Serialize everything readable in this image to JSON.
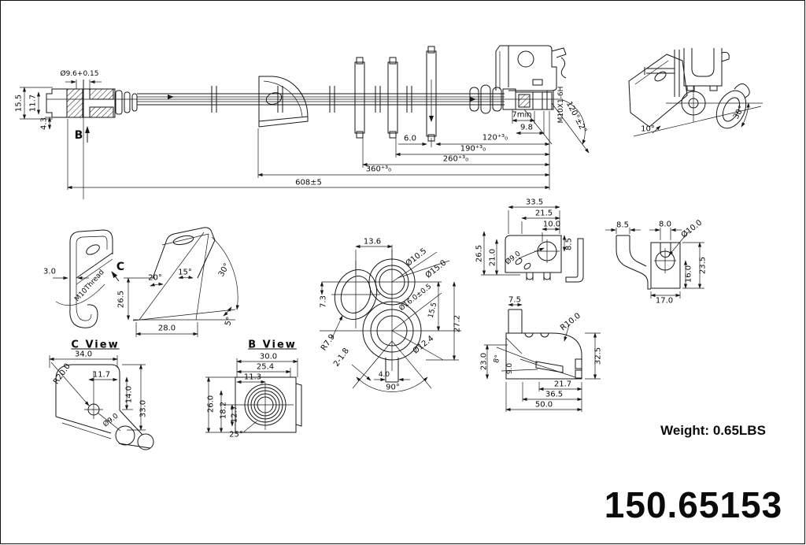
{
  "part": {
    "number": "150.65153",
    "weight": "Weight: 0.65LBS"
  },
  "main": {
    "dia_end": "Ø9.6+0.15",
    "h_15_5": "15.5",
    "h_11_7": "11.7",
    "h_4_3": "4.3",
    "b_label": "B",
    "seven_min": "7min",
    "d9_8": "9.8",
    "d6": "6.0",
    "d120": "120⁺³₀",
    "d190": "190⁺³₀",
    "d260": "260⁺³₀",
    "d360": "360⁺³₀",
    "d608": "608±5",
    "thread": "M10X1-6H",
    "angle120": "120°±2°"
  },
  "end_view": {
    "a10": "10°",
    "a30": "30°"
  },
  "hook": {
    "t3": "3.0",
    "thread": "M10Thread",
    "c_label": "C"
  },
  "plate": {
    "a20": "20°",
    "a15": "15°",
    "a30": "30°",
    "a5": "5°",
    "h26_5": "26.5",
    "w28": "28.0"
  },
  "c_view": {
    "title": "C View",
    "w34": "34.0",
    "r20": "R20.0",
    "w11_7": "11.7",
    "h14": "14.0",
    "h33": "33.0",
    "d9": "Ø9.0"
  },
  "b_view": {
    "title": "B View",
    "w30": "30.0",
    "w25_4": "25.4",
    "w11_3": "11.3",
    "h18_2": "18.2",
    "h12_7": "12.7",
    "h26": "26.0",
    "a25": "25°"
  },
  "clip": {
    "w13_6": "13.6",
    "d10_5": "Ø10.5",
    "d15": "Ø15.0",
    "h7_3": "7.3",
    "d16": "Ø16.0±0.5",
    "h15_5": "15.5",
    "h27_2": "27.2",
    "d12_4": "Ø12.4",
    "r7_9": "R7.9",
    "n2_1_8": "2-1.8",
    "w4": "4.0",
    "a90": "90°"
  },
  "bracket1": {
    "w33_5": "33.5",
    "w21_5": "21.5",
    "w10": "10.0",
    "h8_5": "8.5",
    "h26_5": "26.5",
    "h21": "21.0",
    "d9": "Ø9.0"
  },
  "bracket2": {
    "w8_5": "8.5",
    "w8": "8.0",
    "d10": "Ø10.0",
    "h16": "16.0",
    "h23_5": "23.5",
    "w17": "17.0"
  },
  "bracket3": {
    "w7_5": "7.5",
    "r10": "R10.0",
    "h32_5": "32.5",
    "h23": "23.0",
    "a8": "8°",
    "h9": "9.0",
    "w21_7": "21.7",
    "w36_5": "36.5",
    "w50": "50.0"
  }
}
